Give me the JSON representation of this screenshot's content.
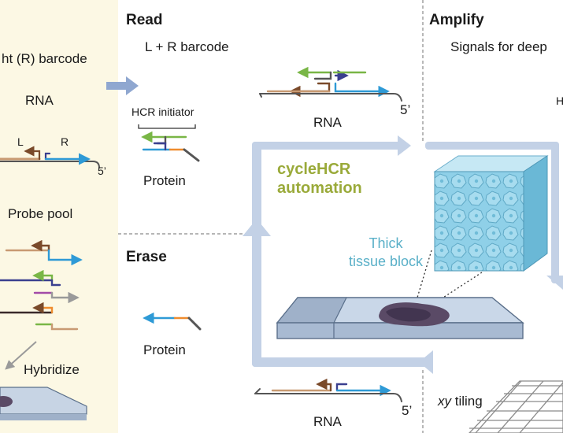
{
  "colors": {
    "left_panel_bg": "#fcf8e4",
    "loop_arrow": "#c3d1e6",
    "accent_green": "#9aaa3a",
    "teal_text": "#5ab0c8",
    "strand_brown": "#c89a72",
    "strand_blue": "#2e9ad6",
    "strand_navy": "#3a3f8f",
    "strand_green": "#79b646",
    "strand_orange": "#ef8c2e",
    "strand_gray": "#555555",
    "slide_blue": "#b9c8dc",
    "tissue_purple": "#5a4a66"
  },
  "left_panel": {
    "barcode_title": "ht (R) barcode",
    "rna_label": "RNA",
    "label_L": "L",
    "label_R": "R",
    "five_prime": "5’",
    "probe_pool_label": "Probe pool",
    "hybridize_label": "Hybridize"
  },
  "read_panel": {
    "title": "Read",
    "subtitle": "L + R barcode",
    "hcr_initiator_label": "HCR initiator",
    "protein_label": "Protein",
    "rna_label": "RNA",
    "five_prime": "5’"
  },
  "amplify_panel": {
    "title": "Amplify",
    "subtitle": "Signals for deep",
    "cut_letter": "H"
  },
  "erase_panel": {
    "title": "Erase",
    "protein_label": "Protein"
  },
  "center": {
    "automation_line1": "cycleHCR",
    "automation_line2": "automation",
    "tissue_line1": "Thick",
    "tissue_line2": "tissue block"
  },
  "bottom": {
    "rna_label": "RNA",
    "five_prime": "5’",
    "tiling_italic": "xy",
    "tiling_rest": " tiling"
  }
}
